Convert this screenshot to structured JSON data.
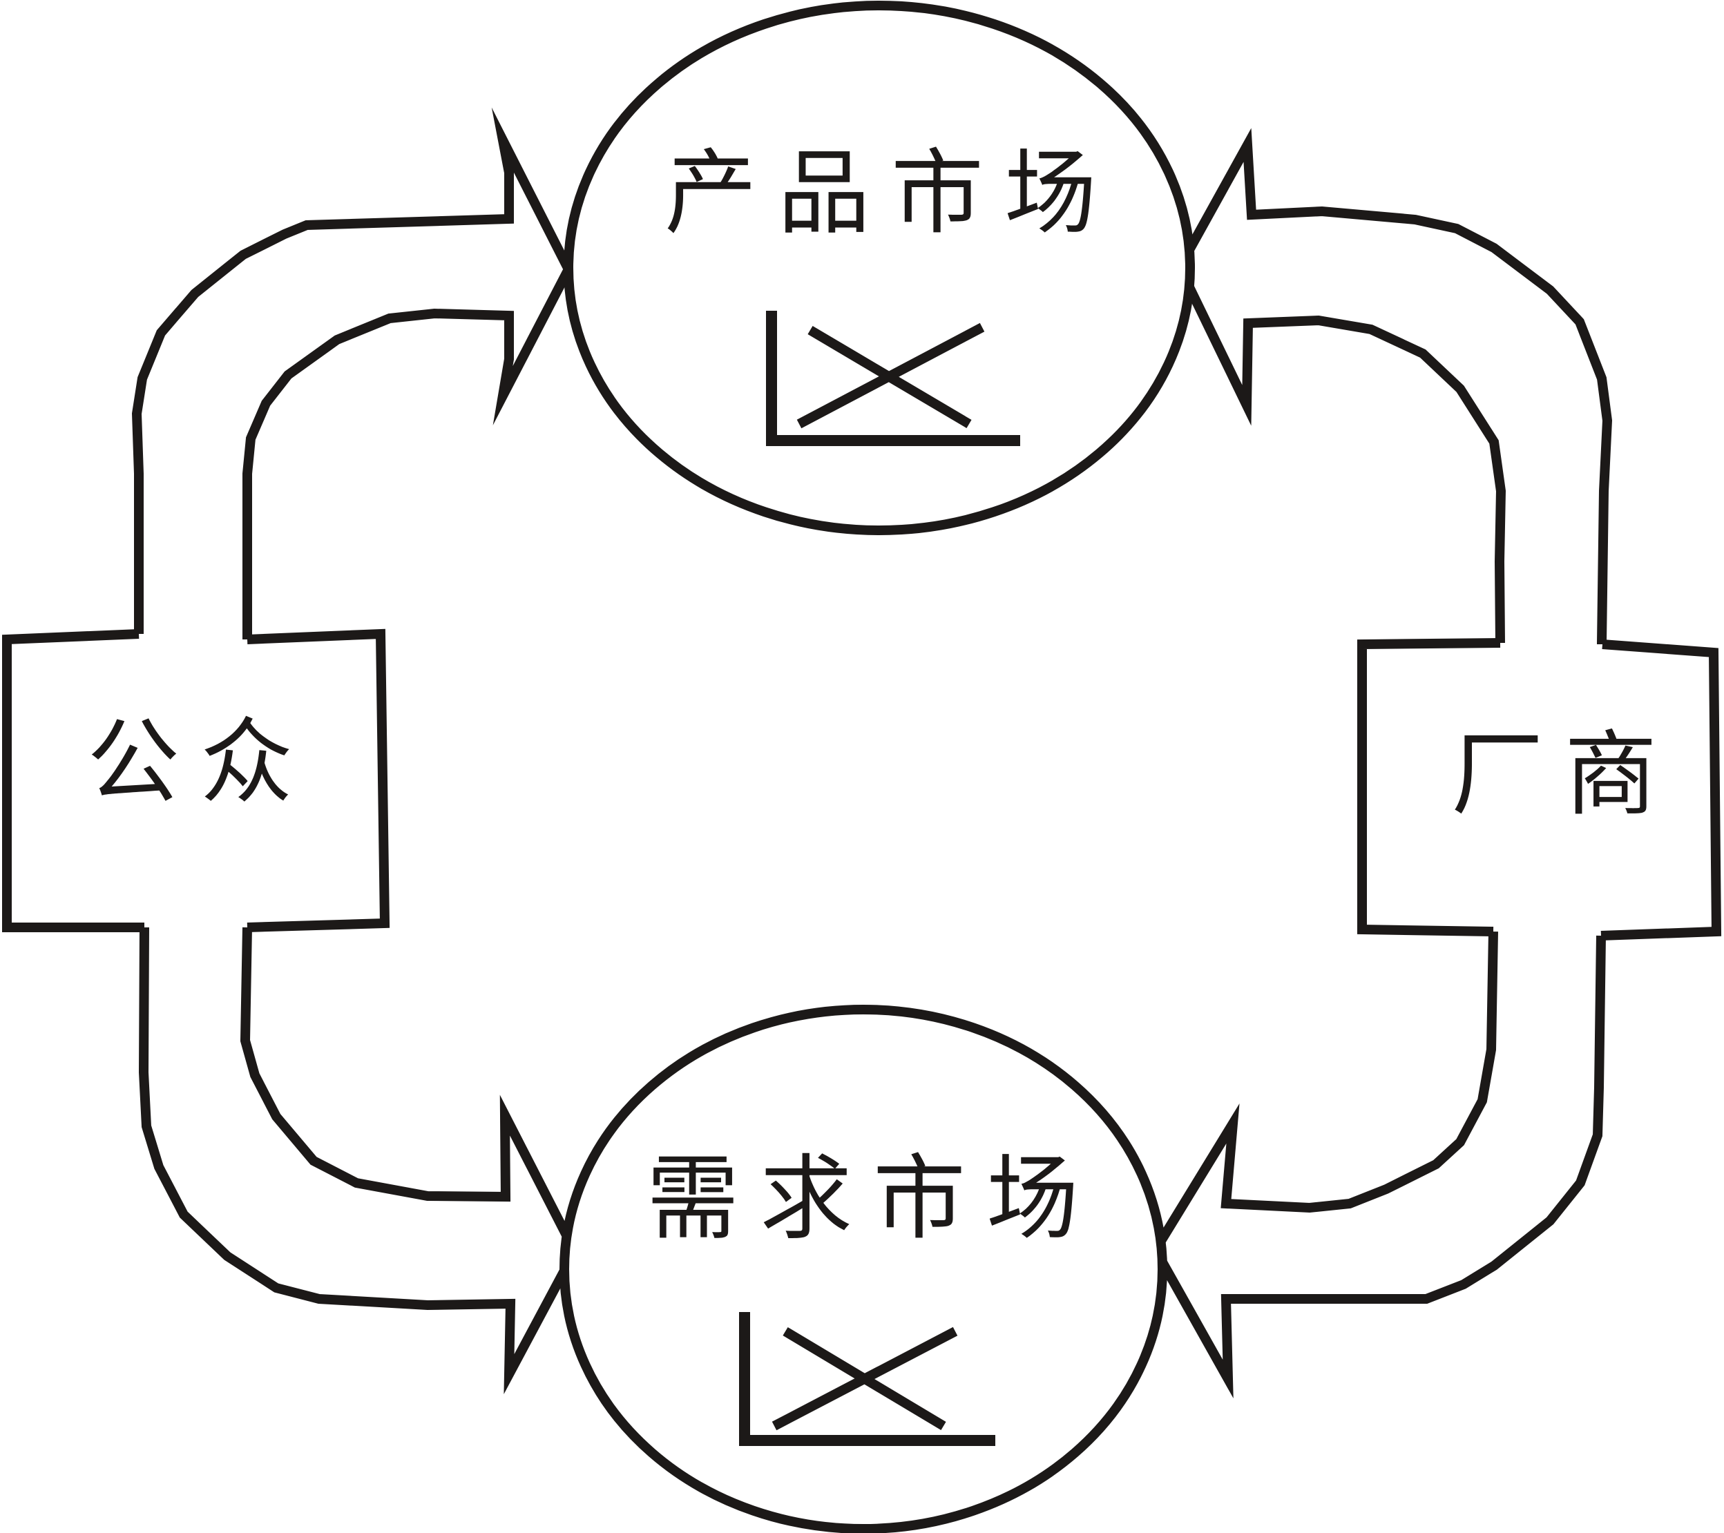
{
  "diagram": {
    "title": "",
    "nodes": {
      "product_market": {
        "label": "产品市场",
        "icon": "supply-demand-curve-icon"
      },
      "demand_market": {
        "label": "需求市场",
        "icon": "supply-demand-curve-icon"
      },
      "public": {
        "label": "公众"
      },
      "firms": {
        "label": "厂商"
      }
    },
    "flows": [
      {
        "from": "public",
        "to": "product_market",
        "direction": "clockwise"
      },
      {
        "from": "firms",
        "to": "product_market",
        "direction": "counter-clockwise"
      },
      {
        "from": "public",
        "to": "demand_market",
        "direction": "counter-clockwise"
      },
      {
        "from": "firms",
        "to": "demand_market",
        "direction": "clockwise"
      }
    ],
    "colors": {
      "stroke": "#1c1918",
      "background": "#ffffff"
    }
  }
}
